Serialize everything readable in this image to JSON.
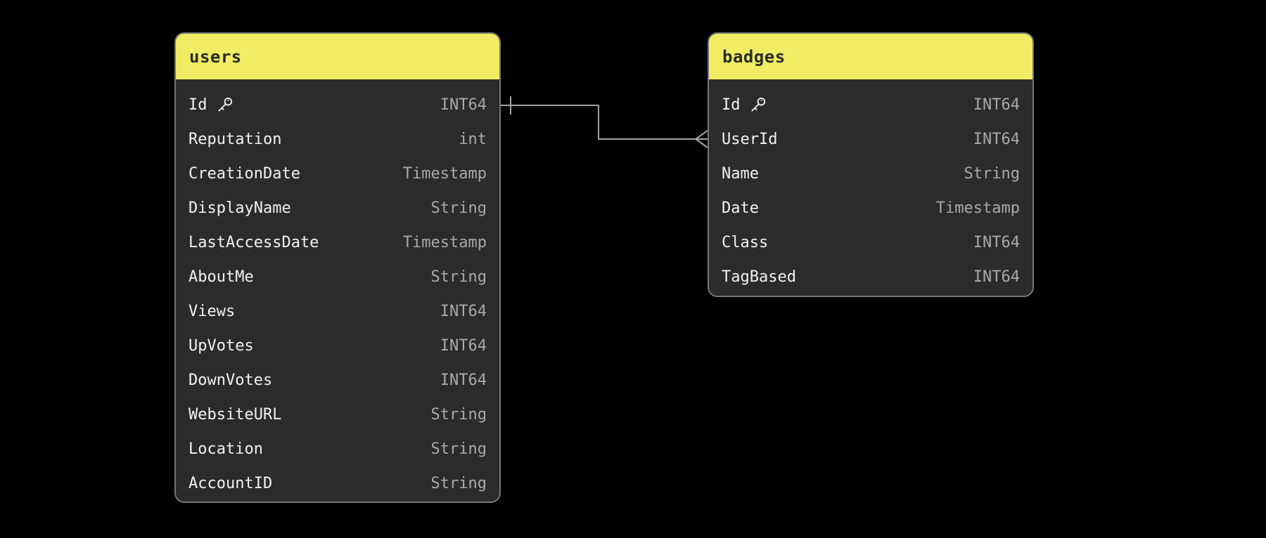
{
  "canvas": {
    "background": "#000000"
  },
  "colors": {
    "table_header_bg": "#f0ed64",
    "table_header_text": "#2b2b2b",
    "table_body_bg": "#2b2b2b",
    "table_border": "#757575",
    "field_name_text": "#f2f2f2",
    "field_type_text": "#a9a9a9",
    "connector_line": "#a3a3a3"
  },
  "icons": {
    "primary_key": "key-icon"
  },
  "tables": [
    {
      "name": "users",
      "fields": [
        {
          "name": "Id",
          "type": "INT64",
          "key": true
        },
        {
          "name": "Reputation",
          "type": "int",
          "key": false
        },
        {
          "name": "CreationDate",
          "type": "Timestamp",
          "key": false
        },
        {
          "name": "DisplayName",
          "type": "String",
          "key": false
        },
        {
          "name": "LastAccessDate",
          "type": "Timestamp",
          "key": false
        },
        {
          "name": "AboutMe",
          "type": "String",
          "key": false
        },
        {
          "name": "Views",
          "type": "INT64",
          "key": false
        },
        {
          "name": "UpVotes",
          "type": "INT64",
          "key": false
        },
        {
          "name": "DownVotes",
          "type": "INT64",
          "key": false
        },
        {
          "name": "WebsiteURL",
          "type": "String",
          "key": false
        },
        {
          "name": "Location",
          "type": "String",
          "key": false
        },
        {
          "name": "AccountID",
          "type": "String",
          "key": false
        }
      ]
    },
    {
      "name": "badges",
      "fields": [
        {
          "name": "Id",
          "type": "INT64",
          "key": true
        },
        {
          "name": "UserId",
          "type": "INT64",
          "key": false
        },
        {
          "name": "Name",
          "type": "String",
          "key": false
        },
        {
          "name": "Date",
          "type": "Timestamp",
          "key": false
        },
        {
          "name": "Class",
          "type": "INT64",
          "key": false
        },
        {
          "name": "TagBased",
          "type": "INT64",
          "key": false
        }
      ]
    }
  ],
  "relationship": {
    "from_table": "users",
    "from_field": "Id",
    "to_table": "badges",
    "to_field": "UserId",
    "from_cardinality": "one",
    "to_cardinality": "many"
  }
}
